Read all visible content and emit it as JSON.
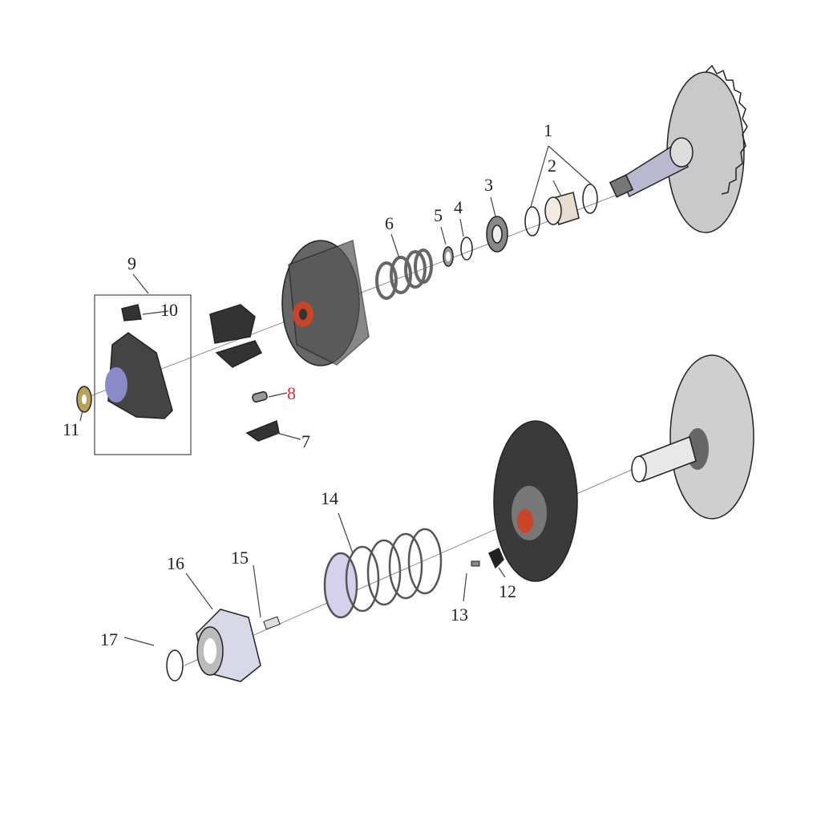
{
  "diagram": {
    "labels": [
      "1",
      "2",
      "3",
      "4",
      "5",
      "6",
      "7",
      "8",
      "9",
      "10",
      "11",
      "12",
      "13",
      "14",
      "15",
      "16",
      "17"
    ],
    "highlighted_label": "8",
    "colors": {
      "highlight": "#e0262a",
      "bushing_red": "#c8452a",
      "spring": "#b9b4d8",
      "washer_gold": "#b9a15a"
    }
  }
}
